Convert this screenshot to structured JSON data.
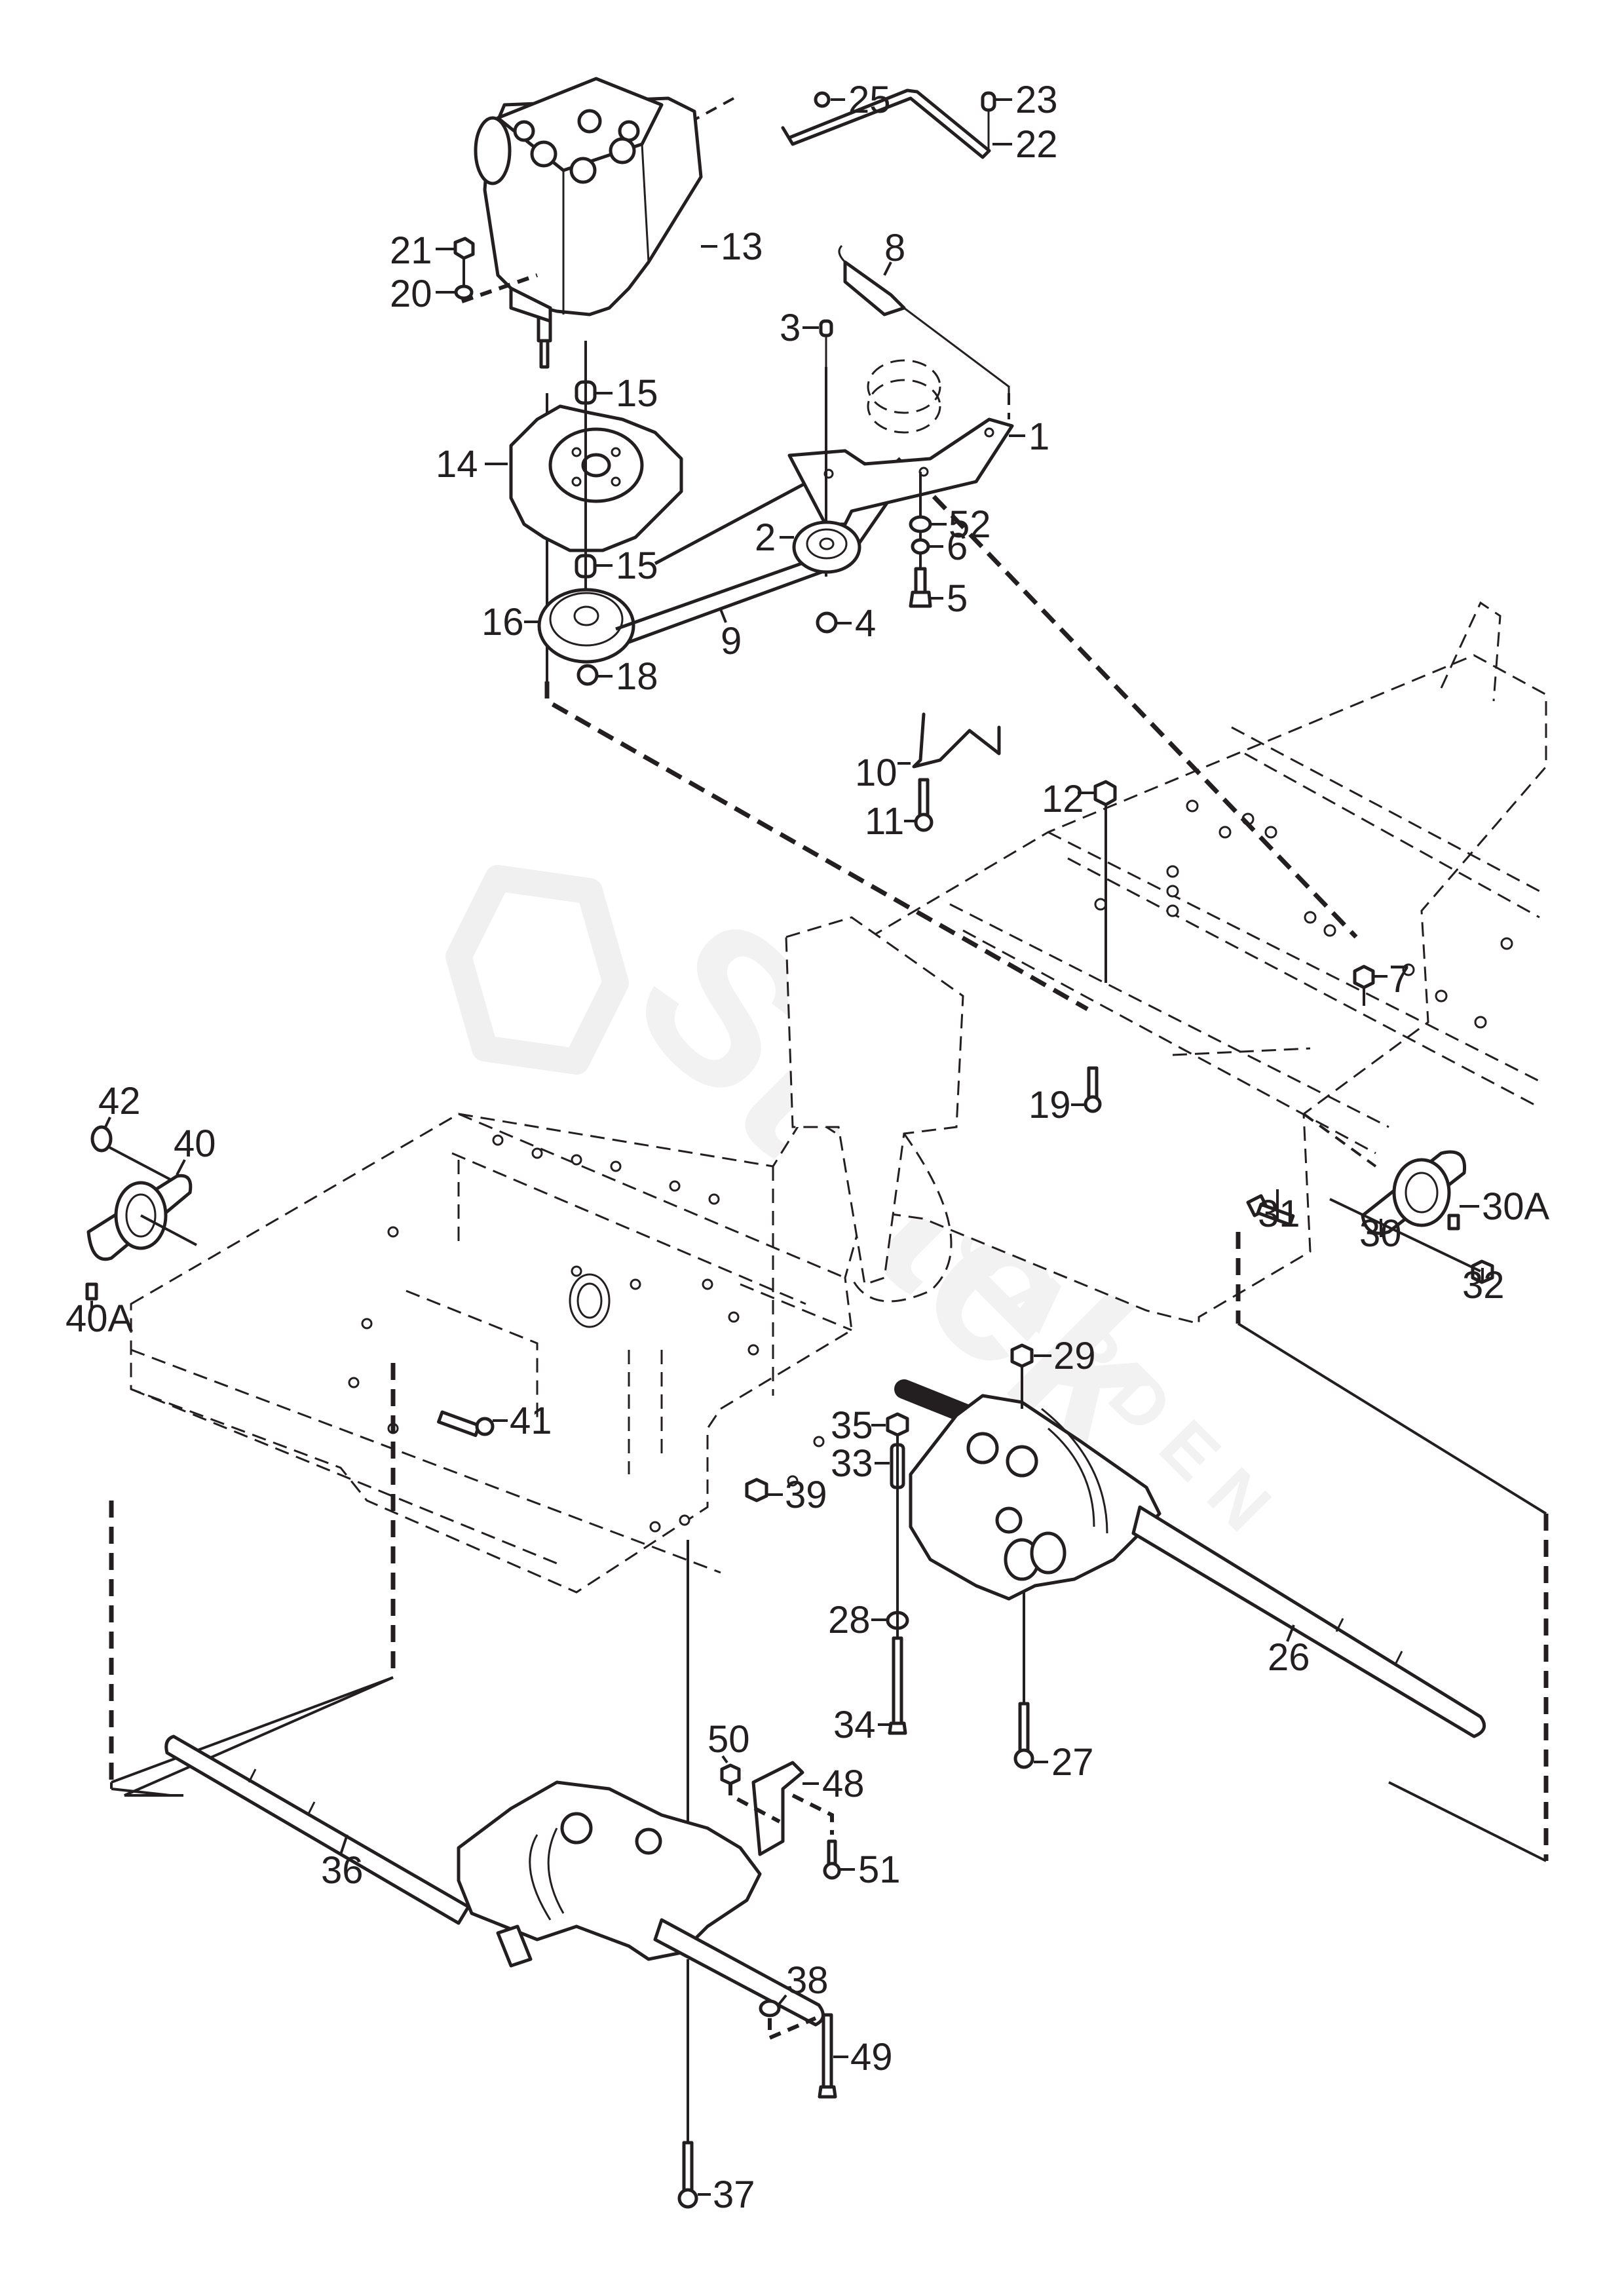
{
  "diagram": {
    "type": "exploded-parts-diagram",
    "subject": "Riding mower hydrostatic drive: pump, cooling fan, drive belt, idler, chassis frame and transaxles",
    "watermark": {
      "brand": "Stiltek",
      "subtitle": "GARDEN"
    },
    "callouts": [
      {
        "id": "25",
        "part": "clip / washer on control rod"
      },
      {
        "id": "23",
        "part": "rod end cap"
      },
      {
        "id": "22",
        "part": "control rod"
      },
      {
        "id": "13",
        "part": "hydrostatic pump"
      },
      {
        "id": "21",
        "part": "nut"
      },
      {
        "id": "20",
        "part": "washer"
      },
      {
        "id": "8",
        "part": "tension spring"
      },
      {
        "id": "3",
        "part": "bolt"
      },
      {
        "id": "1",
        "part": "idler arm bracket"
      },
      {
        "id": "15",
        "part": "spacer (upper)"
      },
      {
        "id": "14",
        "part": "cooling fan"
      },
      {
        "id": "52",
        "part": "washer"
      },
      {
        "id": "2",
        "part": "idler pulley"
      },
      {
        "id": "6",
        "part": "bushing"
      },
      {
        "id": "15",
        "part": "spacer (lower)"
      },
      {
        "id": "5",
        "part": "shoulder bolt"
      },
      {
        "id": "16",
        "part": "pump pulley"
      },
      {
        "id": "9",
        "part": "drive belt"
      },
      {
        "id": "4",
        "part": "flange nut"
      },
      {
        "id": "18",
        "part": "flange nut"
      },
      {
        "id": "10",
        "part": "belt guide"
      },
      {
        "id": "12",
        "part": "flange nut"
      },
      {
        "id": "11",
        "part": "bolt"
      },
      {
        "id": "7",
        "part": "nut"
      },
      {
        "id": "19",
        "part": "bolt"
      },
      {
        "id": "42",
        "part": "washer"
      },
      {
        "id": "40",
        "part": "flange bearing (left)"
      },
      {
        "id": "31",
        "part": "carriage bolt"
      },
      {
        "id": "30A",
        "part": "grease fitting"
      },
      {
        "id": "30",
        "part": "flange bearing (right)"
      },
      {
        "id": "40A",
        "part": "grease fitting"
      },
      {
        "id": "32",
        "part": "flange nut"
      },
      {
        "id": "29",
        "part": "nut"
      },
      {
        "id": "41",
        "part": "carriage bolt"
      },
      {
        "id": "35",
        "part": "nut"
      },
      {
        "id": "33",
        "part": "spacer tube"
      },
      {
        "id": "39",
        "part": "nut"
      },
      {
        "id": "28",
        "part": "washer"
      },
      {
        "id": "26",
        "part": "transaxle (right)"
      },
      {
        "id": "34",
        "part": "bolt"
      },
      {
        "id": "27",
        "part": "bolt"
      },
      {
        "id": "50",
        "part": "nut"
      },
      {
        "id": "48",
        "part": "bracket"
      },
      {
        "id": "51",
        "part": "bolt"
      },
      {
        "id": "36",
        "part": "transaxle (left)"
      },
      {
        "id": "38",
        "part": "washer"
      },
      {
        "id": "49",
        "part": "bolt"
      },
      {
        "id": "37",
        "part": "bolt"
      }
    ]
  }
}
